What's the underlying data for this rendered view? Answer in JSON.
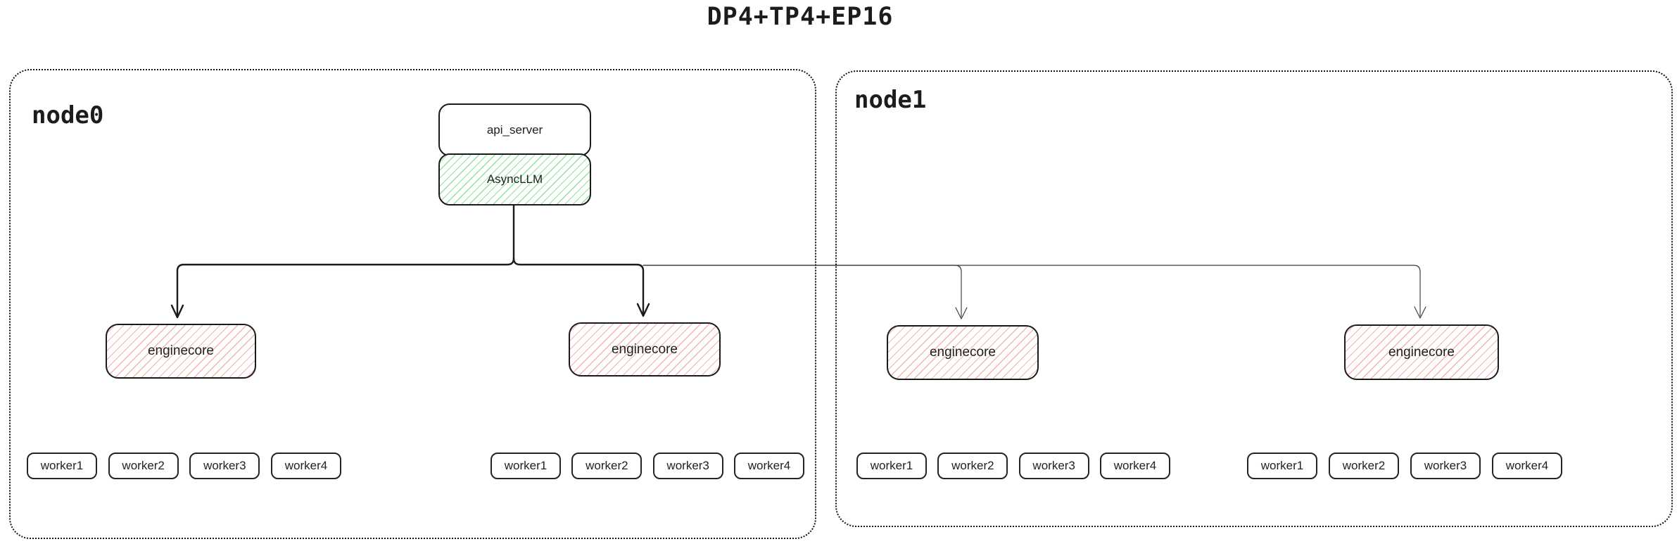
{
  "title": "DP4+TP4+EP16",
  "nodes": [
    {
      "label": "node0"
    },
    {
      "label": "node1"
    }
  ],
  "boxes": {
    "api_server": "api_server",
    "async_llm": "AsyncLLM",
    "enginecore": "enginecore"
  },
  "workers": [
    "worker1",
    "worker2",
    "worker3",
    "worker4"
  ],
  "colors": {
    "green_hatch": "#8fe39b",
    "red_hatch": "#f6b3ab",
    "stroke": "#1a1a1a",
    "thin_stroke": "#3a3a3a"
  }
}
